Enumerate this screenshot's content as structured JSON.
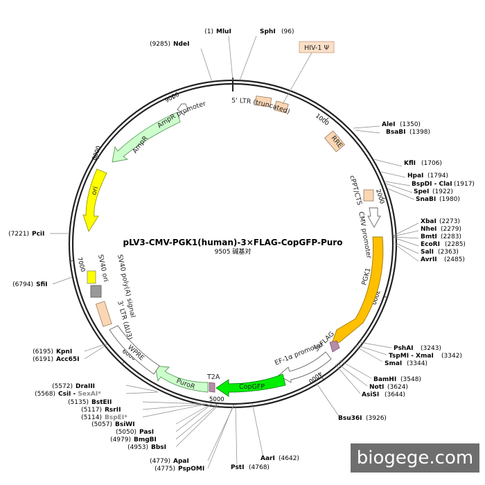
{
  "title": "pLV3-CMV-PGK1(human)-3×FLAG-CopGFP-Puro",
  "size_label": "9505 碱基对",
  "total_bp": 9505,
  "watermark": "biogege.com",
  "colors": {
    "backbone": "#222222",
    "amp": "#ccffcc",
    "ori": "#ffff00",
    "pgk1": "#ffc000",
    "copgfp": "#00ee00",
    "ltr": "#fbd6b4",
    "flag": "#b78ca6",
    "sv40ori": "#999999",
    "promoter": "#ffffff",
    "hiv_box": "#fbe0c8"
  },
  "sites": [
    {
      "name": "MluI",
      "pos": "(1)",
      "bp": 1,
      "side": "left"
    },
    {
      "name": "SphI",
      "pos": "(96)",
      "bp": 96,
      "side": "right"
    },
    {
      "name": "NdeI",
      "pos": "(9285)",
      "bp": 9285,
      "side": "left"
    },
    {
      "name": "AleI",
      "pos": "(1350)",
      "bp": 1350,
      "side": "right"
    },
    {
      "name": "BsaBI",
      "pos": "(1398)",
      "bp": 1398,
      "side": "right"
    },
    {
      "name": "KflI",
      "pos": "(1706)",
      "bp": 1706,
      "side": "right"
    },
    {
      "name": "HpaI",
      "pos": "(1794)",
      "bp": 1794,
      "side": "right"
    },
    {
      "name": "BspDI - ClaI",
      "pos": "(1917)",
      "bp": 1917,
      "side": "right"
    },
    {
      "name": "SpeI",
      "pos": "(1922)",
      "bp": 1922,
      "side": "right"
    },
    {
      "name": "SnaBI",
      "pos": "(1980)",
      "bp": 1980,
      "side": "right"
    },
    {
      "name": "XbaI",
      "pos": "(2273)",
      "bp": 2273,
      "side": "right"
    },
    {
      "name": "NheI",
      "pos": "(2279)",
      "bp": 2279,
      "side": "right"
    },
    {
      "name": "BmtI",
      "pos": "(2283)",
      "bp": 2283,
      "side": "right"
    },
    {
      "name": "EcoRI",
      "pos": "(2285)",
      "bp": 2285,
      "side": "right"
    },
    {
      "name": "SalI",
      "pos": "(2363)",
      "bp": 2363,
      "side": "right"
    },
    {
      "name": "AvrII",
      "pos": "(2485)",
      "bp": 2485,
      "side": "right"
    },
    {
      "name": "PshAI",
      "pos": "(3243)",
      "bp": 3243,
      "side": "right"
    },
    {
      "name": "TspMI - XmaI",
      "pos": "(3342)",
      "bp": 3342,
      "side": "right"
    },
    {
      "name": "SmaI",
      "pos": "(3344)",
      "bp": 3344,
      "side": "right"
    },
    {
      "name": "BamHI",
      "pos": "(3548)",
      "bp": 3548,
      "side": "right"
    },
    {
      "name": "NotI",
      "pos": "(3624)",
      "bp": 3624,
      "side": "right"
    },
    {
      "name": "AsiSI",
      "pos": "(3644)",
      "bp": 3644,
      "side": "right"
    },
    {
      "name": "Bsu36I",
      "pos": "(3926)",
      "bp": 3926,
      "side": "right"
    },
    {
      "name": "AarI",
      "pos": "(4642)",
      "bp": 4642,
      "side": "right"
    },
    {
      "name": "PstI",
      "pos": "(4768)",
      "bp": 4768,
      "side": "right"
    },
    {
      "name": "ApaI",
      "pos": "(4779)",
      "bp": 4779,
      "side": "left"
    },
    {
      "name": "PspOMI",
      "pos": "(4775)",
      "bp": 4775,
      "side": "left"
    },
    {
      "name": "BbsI",
      "pos": "(4953)",
      "bp": 4953,
      "side": "left"
    },
    {
      "name": "BmgBI",
      "pos": "(4979)",
      "bp": 4979,
      "side": "left"
    },
    {
      "name": "PasI",
      "pos": "(5050)",
      "bp": 5050,
      "side": "left"
    },
    {
      "name": "BsiWI",
      "pos": "(5057)",
      "bp": 5057,
      "side": "left"
    },
    {
      "name": "BspEI*",
      "pos": "(5114)",
      "bp": 5114,
      "side": "left",
      "grey": true
    },
    {
      "name": "RsrII",
      "pos": "(5117)",
      "bp": 5117,
      "side": "left"
    },
    {
      "name": "BstEII",
      "pos": "(5135)",
      "bp": 5135,
      "side": "left"
    },
    {
      "name": "CsiI - SexAI*",
      "pos": "(5568)",
      "bp": 5568,
      "side": "left",
      "grey_part": "SexAI*",
      "plain_part": "CsiI - "
    },
    {
      "name": "DraIII",
      "pos": "(5572)",
      "bp": 5572,
      "side": "left"
    },
    {
      "name": "Acc65I",
      "pos": "(6191)",
      "bp": 6191,
      "side": "left"
    },
    {
      "name": "KpnI",
      "pos": "(6195)",
      "bp": 6195,
      "side": "left"
    },
    {
      "name": "SfiI",
      "pos": "(6794)",
      "bp": 6794,
      "side": "left"
    },
    {
      "name": "PciI",
      "pos": "(7221)",
      "bp": 7221,
      "side": "left"
    }
  ],
  "features": [
    {
      "name": "5' LTR (truncated)"
    },
    {
      "name": "HIV-1 Ψ"
    },
    {
      "name": "RRE"
    },
    {
      "name": "cPPT/CTS"
    },
    {
      "name": "CMV promoter"
    },
    {
      "name": "PGK1"
    },
    {
      "name": "3xFLAG"
    },
    {
      "name": "EF-1α promoter"
    },
    {
      "name": "CopGFP"
    },
    {
      "name": "T2A"
    },
    {
      "name": "PuroR"
    },
    {
      "name": "WPRE"
    },
    {
      "name": "3' LTR (ΔU3)"
    },
    {
      "name": "SV40 poly(A) signal"
    },
    {
      "name": "SV40 ori"
    },
    {
      "name": "ori"
    },
    {
      "name": "AmpR"
    },
    {
      "name": "AmpR promoter"
    }
  ],
  "ticks": [
    "1000",
    "2000",
    "3000",
    "4000",
    "5000",
    "6000",
    "7000",
    "8000",
    "9000"
  ]
}
